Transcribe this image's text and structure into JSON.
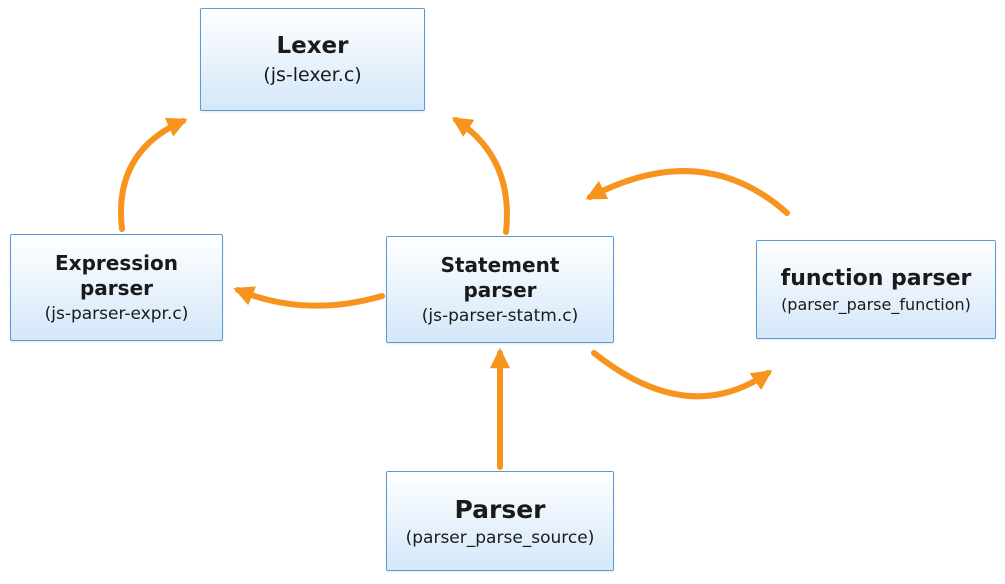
{
  "colors": {
    "arrow": "#F7941E",
    "box_border": "#5B9BD5",
    "box_fill_top": "#FFFFFF",
    "box_fill_bottom": "#D4E7F9"
  },
  "nodes": {
    "lexer": {
      "title": "Lexer",
      "subtitle": "(js-lexer.c)"
    },
    "expression_parser": {
      "title": "Expression parser",
      "subtitle": "(js-parser-expr.c)"
    },
    "statement_parser": {
      "title": "Statement parser",
      "subtitle": "(js-parser-statm.c)"
    },
    "function_parser": {
      "title": "function parser",
      "subtitle": "(parser_parse_function)"
    },
    "parser": {
      "title": "Parser",
      "subtitle": "(parser_parse_source)"
    }
  },
  "edges": [
    {
      "from": "Expression parser",
      "to": "Lexer"
    },
    {
      "from": "Statement parser",
      "to": "Lexer"
    },
    {
      "from": "Statement parser",
      "to": "Expression parser"
    },
    {
      "from": "Parser",
      "to": "Statement parser"
    },
    {
      "from": "function parser",
      "to": "Statement parser"
    },
    {
      "from": "Statement parser",
      "to": "function parser"
    }
  ]
}
